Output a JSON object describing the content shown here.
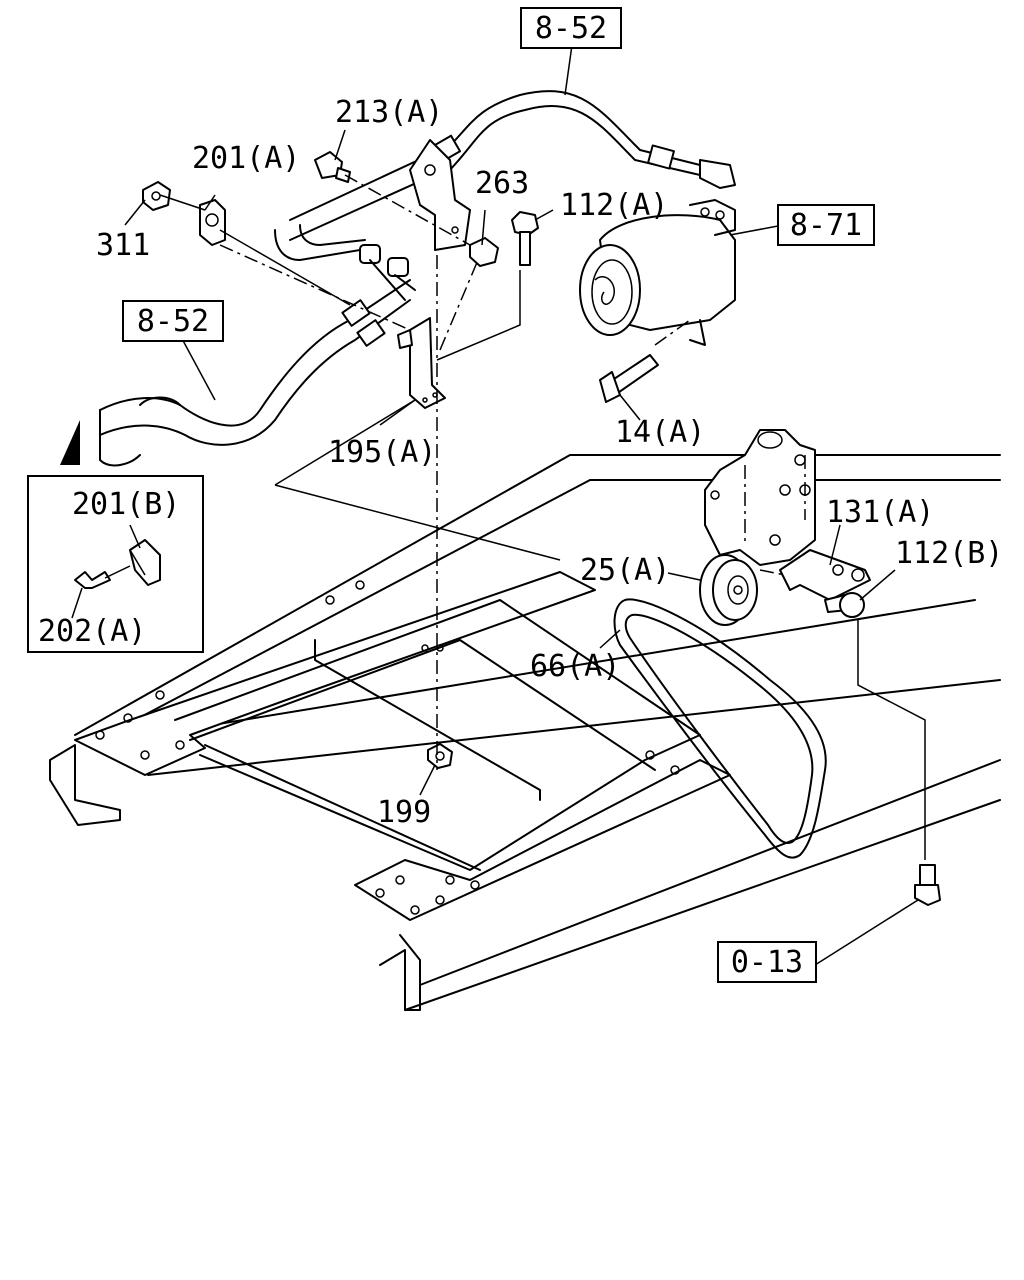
{
  "refs": {
    "r852_top": "8-52",
    "r852_left": "8-52",
    "r871": "8-71",
    "r013": "0-13"
  },
  "labels": {
    "p213a": "213(A)",
    "p201a": "201(A)",
    "p311": "311",
    "p263": "263",
    "p112a": "112(A)",
    "p14a": "14(A)",
    "p195a": "195(A)",
    "p201b": "201(B)",
    "p202a": "202(A)",
    "p131a": "131(A)",
    "p112b": "112(B)",
    "p25a": "25(A)",
    "p66a": "66(A)",
    "p199": "199"
  }
}
